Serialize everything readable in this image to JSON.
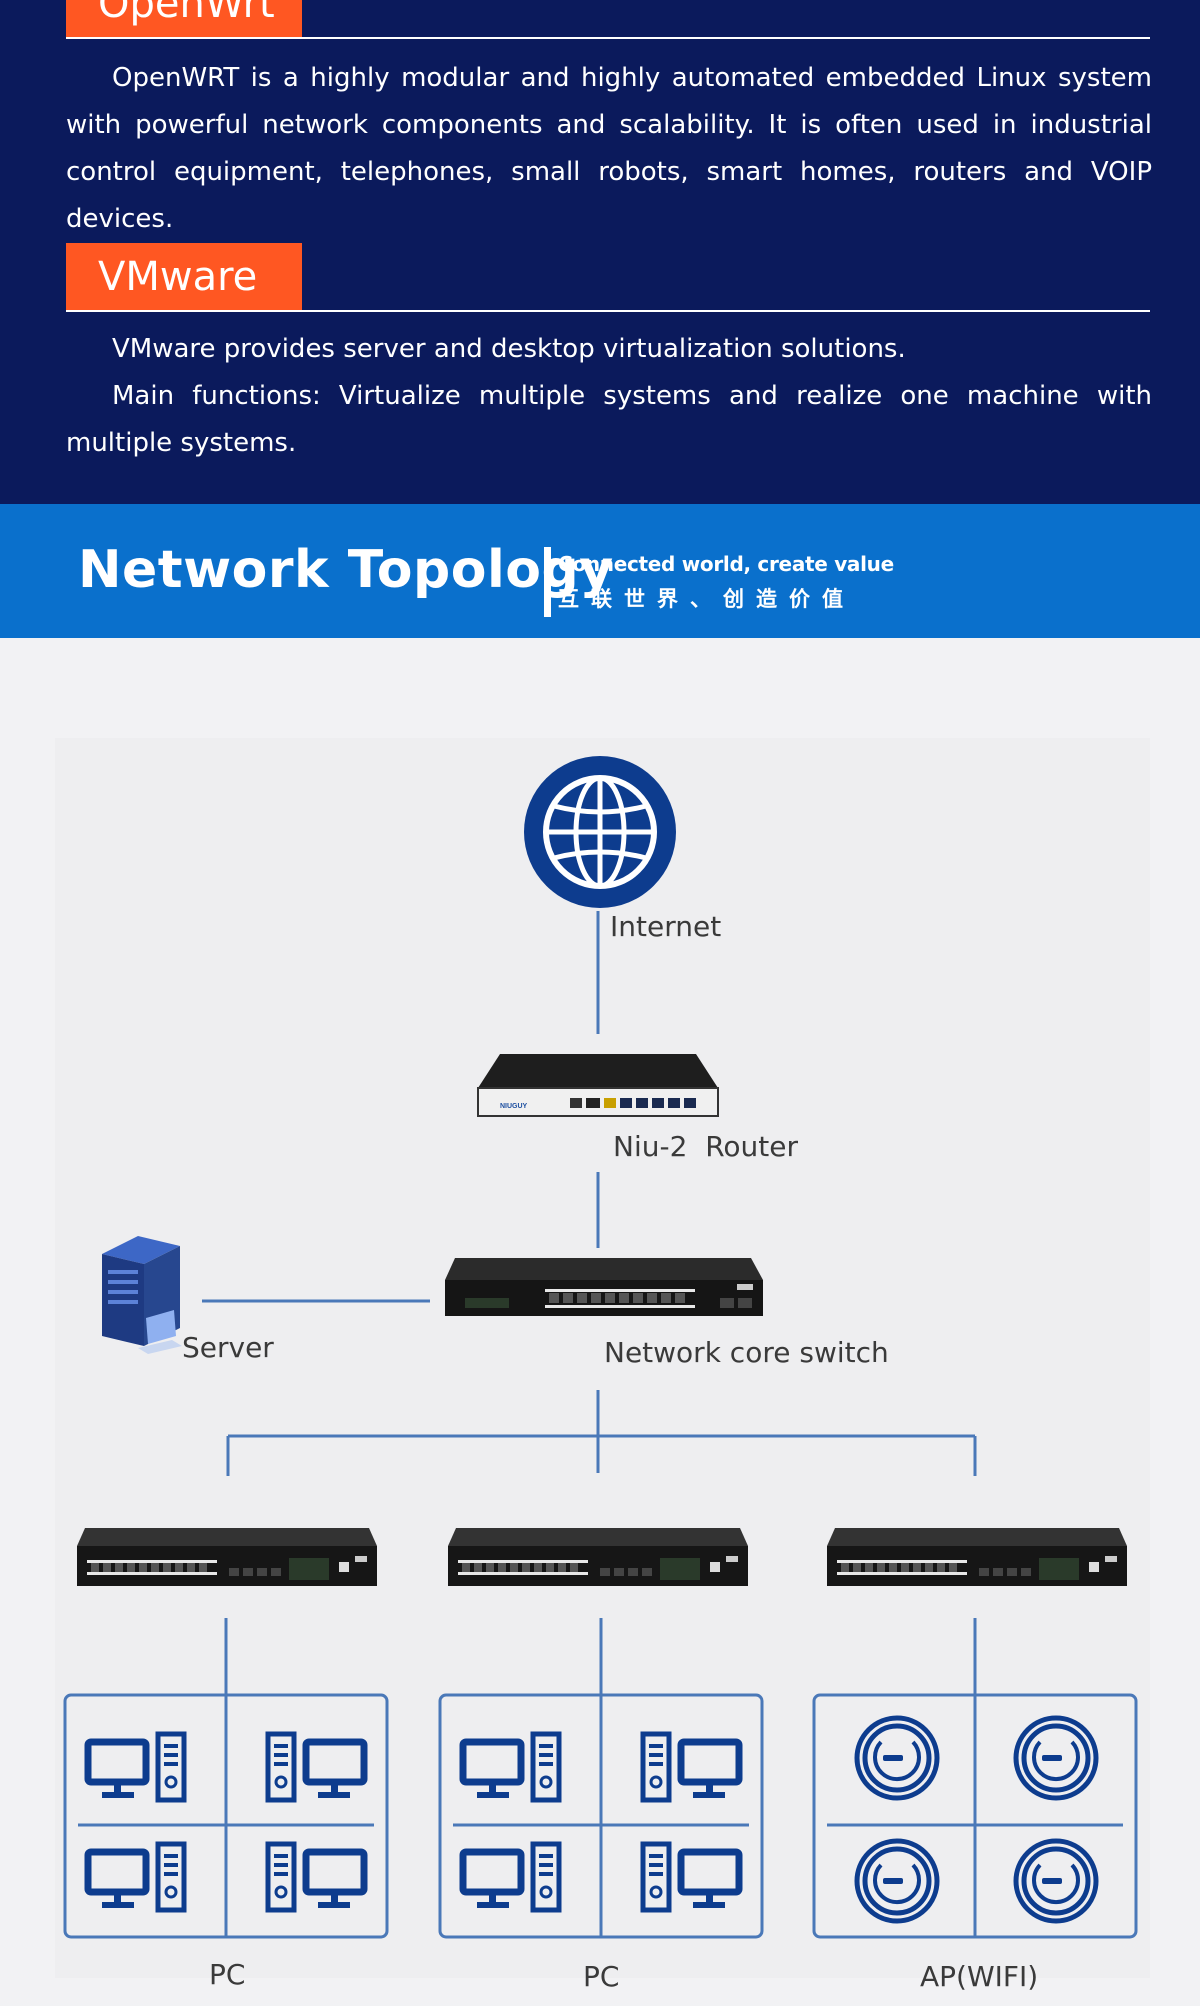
{
  "sections": [
    {
      "title": "OpenWrt",
      "paragraphs": [
        "OpenWRT is a highly modular and highly automated embedded Linux system with powerful network components and scalability. It is often used in industrial control equipment, telephones, small robots, smart homes, routers and VOIP devices."
      ]
    },
    {
      "title": "VMware",
      "paragraphs": [
        "VMware provides server and desktop virtualization solutions.",
        "Main functions: Virtualize multiple systems and realize one machine with multiple systems."
      ]
    }
  ],
  "banner": {
    "title": "Network Topology",
    "slogan_en": "Connected world, create value",
    "slogan_cn": "互联世界、创造价值"
  },
  "topology": {
    "internet_label": "Internet",
    "router_label": "Niu-2  Router",
    "router_brand": "NIUGUY",
    "server_label": "Server",
    "core_switch_label": "Network core switch",
    "groups": [
      {
        "label": "PC"
      },
      {
        "label": "PC"
      },
      {
        "label": "AP(WIFI)"
      }
    ]
  },
  "colors": {
    "top_background": "#0b1a5c",
    "tag_orange": "#ff5722",
    "banner_blue": "#0a70cc",
    "globe_blue": "#0d3c8e",
    "line_blue": "#4a78b8"
  }
}
